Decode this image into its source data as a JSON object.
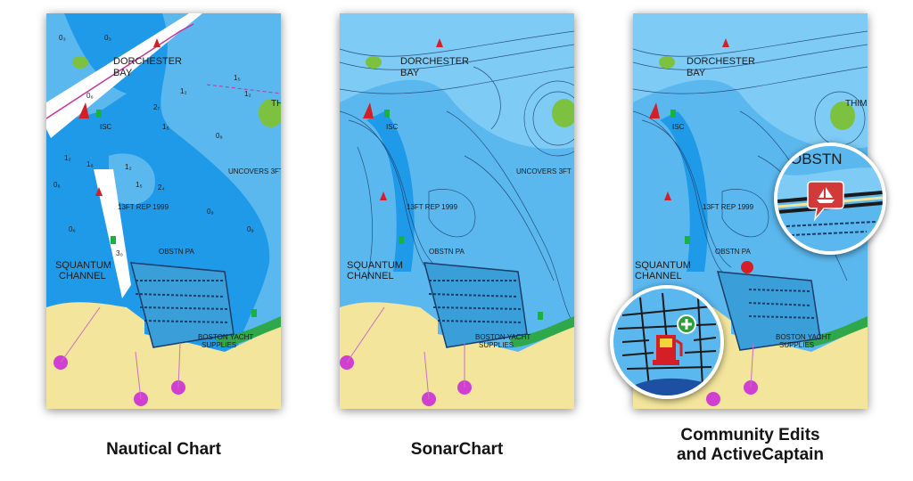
{
  "captions": {
    "nautical": "Nautical Chart",
    "sonar": "SonarChart",
    "community_line1": "Community Edits",
    "community_line2": "and ActiveCaptain"
  },
  "map_labels": {
    "dorchester": "DORCHESTER",
    "bay": "BAY",
    "squantum": "SQUANTUM",
    "channel": "CHANNEL",
    "obstn_pa": "OBSTN PA",
    "uncovers": "UNCOVERS 3FT",
    "rep": "13FT REP 1999",
    "boston": "BOSTON YACHT",
    "supplies": "SUPPLIES",
    "isc": "ISC",
    "th": "TH",
    "thim": "THIM",
    "obstn_zoom": "OBSTN"
  },
  "soundings": [
    "0₃",
    "0₃",
    "0₆",
    "1₂",
    "1₅",
    "2₇",
    "1₅",
    "0₉",
    "1₂",
    "1₆",
    "1₅",
    "2₄",
    "0₉",
    "0₉",
    "0₆",
    "0₆",
    "3₀",
    "1₂",
    "1₂"
  ],
  "colors": {
    "deep_water": "#5bb8ef",
    "shallow_water": "#1f9ae8",
    "land": "#f3e59b",
    "shore_green": "#2ea84a",
    "channel_white": "#ffffff",
    "marker_magenta": "#d03fd0",
    "buoy_red": "#d51f26",
    "buoy_green": "#18b23d"
  },
  "icons": [
    "boat-icon",
    "fuel-pump-icon",
    "plus-marker-icon",
    "buoy-icon",
    "beacon-icon"
  ]
}
